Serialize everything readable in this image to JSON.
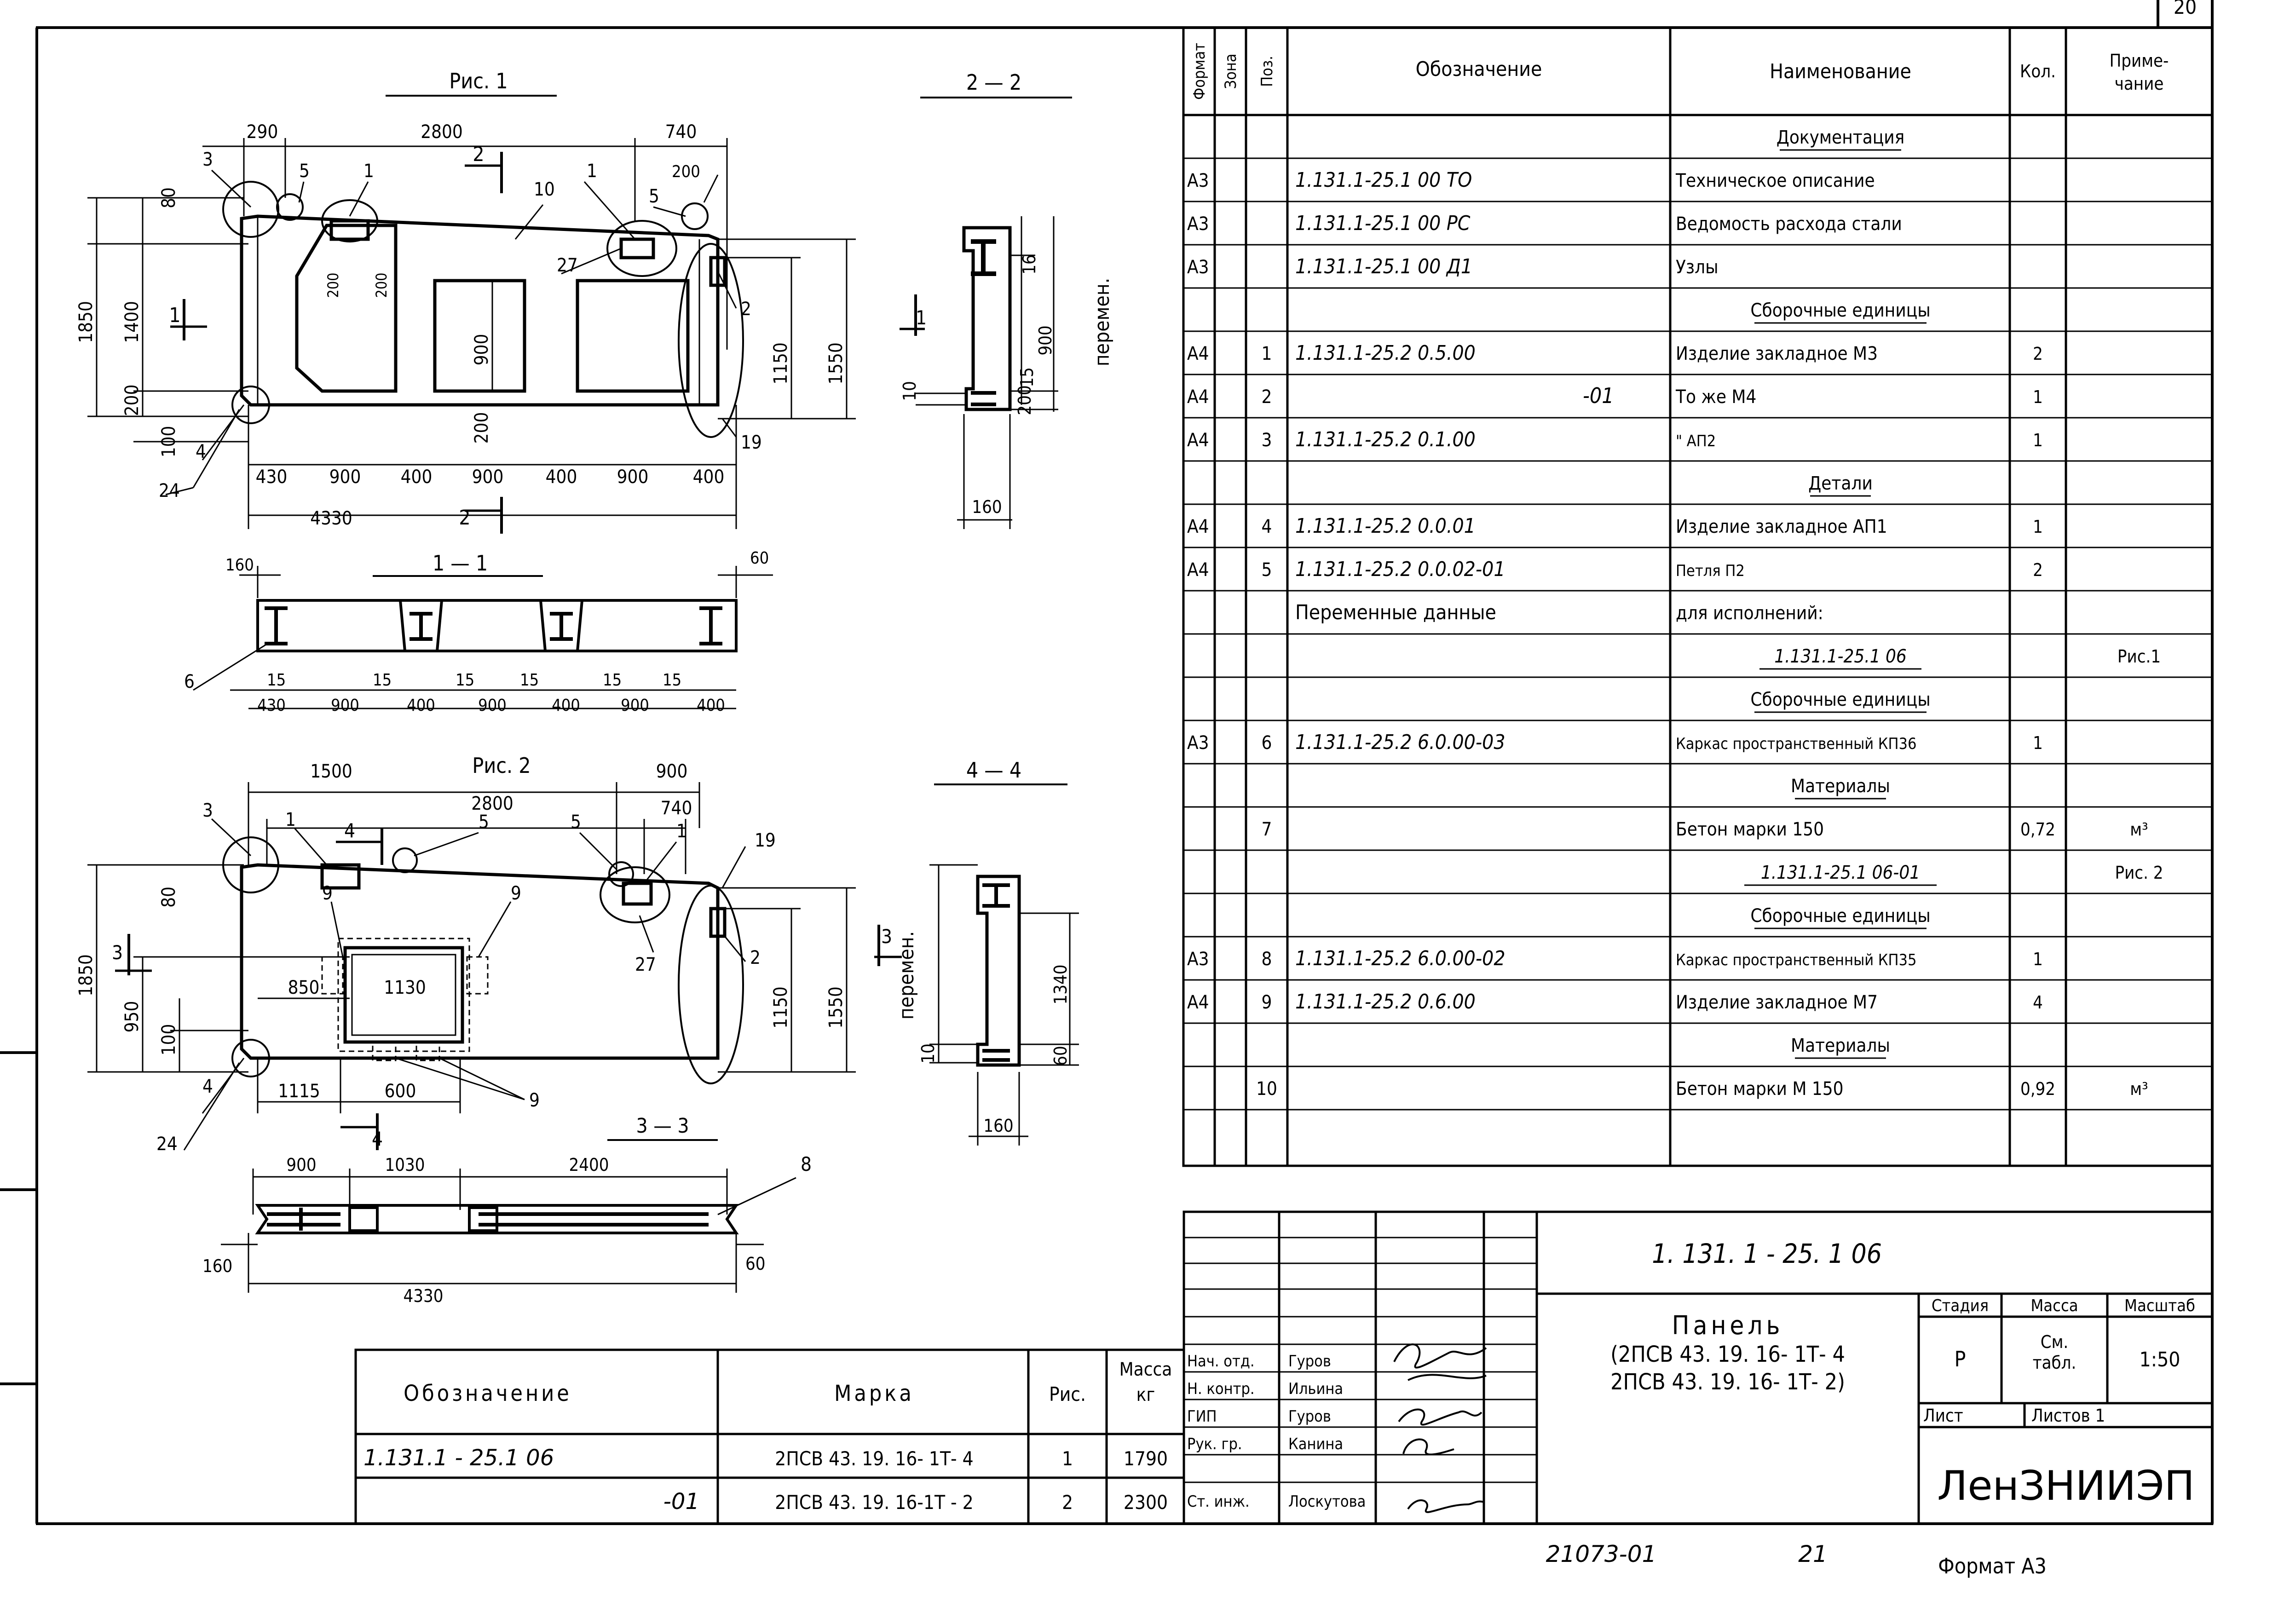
{
  "sheet": {
    "page_number": "20",
    "footer_code": "21073-01",
    "footer_page": "21",
    "format_label": "Формат А3"
  },
  "drawings": {
    "fig1_title": "Рис. 1",
    "fig2_title": "Рис. 2",
    "sec22": "2 — 2",
    "sec11": "1 — 1",
    "sec44": "4 — 4",
    "sec33": "3 — 3",
    "variable_label": "перемен.",
    "fig1_dims": [
      "290",
      "2800",
      "740",
      "80",
      "1400",
      "1850",
      "200",
      "100",
      "430",
      "900",
      "400",
      "900",
      "400",
      "900",
      "400",
      "4330",
      "1550",
      "1150",
      "900",
      "200",
      "200",
      "200"
    ],
    "fig1_cuts": [
      "2",
      "1",
      "2"
    ],
    "fig1_pos": [
      "3",
      "5",
      "1",
      "10",
      "1",
      "5",
      "200",
      "27",
      "2",
      "19",
      "4",
      "24"
    ],
    "sec22_dims": [
      "16",
      "900",
      "15",
      "200",
      "10",
      "160"
    ],
    "sec22_cut": "1",
    "sec11_dims": [
      "160",
      "60",
      "15",
      "15",
      "15",
      "15",
      "15",
      "15",
      "430",
      "900",
      "400",
      "900",
      "400",
      "900",
      "400"
    ],
    "sec11_pos": "6",
    "fig2_dims": [
      "1500",
      "900",
      "2800",
      "740",
      "80",
      "1850",
      "950",
      "100",
      "850",
      "1130",
      "1115",
      "600",
      "1550",
      "1150"
    ],
    "fig2_pos": [
      "3",
      "1",
      "5",
      "5",
      "1",
      "19",
      "9",
      "9",
      "27",
      "2",
      "9",
      "4",
      "24"
    ],
    "fig2_cuts": [
      "4",
      "3",
      "4"
    ],
    "sec44_dims": [
      "1340",
      "60",
      "10",
      "160"
    ],
    "sec44_cut": "3",
    "sec33_dims": [
      "900",
      "1030",
      "2400",
      "160",
      "60",
      "4330"
    ],
    "sec33_pos": "8"
  },
  "spec_table": {
    "headers": {
      "format": "Формат",
      "zone": "Зона",
      "pos": "Поз.",
      "designation": "Обозначение",
      "name": "Наименование",
      "qty": "Кол.",
      "note": "Приме-\nчание"
    },
    "rows": [
      {
        "format": "",
        "pos": "",
        "designation": "",
        "name": "Документация",
        "qty": "",
        "note": ""
      },
      {
        "format": "А3",
        "pos": "",
        "designation": "1.131.1-25.1      00 ТО",
        "name": "Техническое описание",
        "qty": "",
        "note": ""
      },
      {
        "format": "А3",
        "pos": "",
        "designation": "1.131.1-25.1      00 РС",
        "name": "Ведомость расхода стали",
        "qty": "",
        "note": ""
      },
      {
        "format": "А3",
        "pos": "",
        "designation": "1.131.1-25.1      00 Д1",
        "name": "Узлы",
        "qty": "",
        "note": ""
      },
      {
        "format": "",
        "pos": "",
        "designation": "",
        "name": "Сборочные единицы",
        "qty": "",
        "note": ""
      },
      {
        "format": "А4",
        "pos": "1",
        "designation": "1.131.1-25.2   0.5.00",
        "name": "Изделие закладное М3",
        "qty": "2",
        "note": ""
      },
      {
        "format": "А4",
        "pos": "2",
        "designation": "-01",
        "name": "То же              М4",
        "qty": "1",
        "note": ""
      },
      {
        "format": "А4",
        "pos": "3",
        "designation": "1.131.1-25.2   0.1.00",
        "name": "\"                     АП2",
        "qty": "1",
        "note": ""
      },
      {
        "format": "",
        "pos": "",
        "designation": "",
        "name": "Детали",
        "qty": "",
        "note": ""
      },
      {
        "format": "А4",
        "pos": "4",
        "designation": "1.131.1-25.2   0.0.01",
        "name": "Изделие закладное АП1",
        "qty": "1",
        "note": ""
      },
      {
        "format": "А4",
        "pos": "5",
        "designation": "1.131.1-25.2   0.0.02-01",
        "name": "Петля                   П2",
        "qty": "2",
        "note": ""
      },
      {
        "format": "",
        "pos": "",
        "designation": "Переменные   данные",
        "name": "для исполнений:",
        "qty": "",
        "note": ""
      },
      {
        "format": "",
        "pos": "",
        "designation": "",
        "name": "1.131.1-25.1  06",
        "qty": "",
        "note": "Рис.1"
      },
      {
        "format": "",
        "pos": "",
        "designation": "",
        "name": "Сборочные единицы",
        "qty": "",
        "note": ""
      },
      {
        "format": "А3",
        "pos": "6",
        "designation": "1.131.1-25.2   6.0.00-03",
        "name": "Каркас пространственный КП36",
        "qty": "1",
        "note": ""
      },
      {
        "format": "",
        "pos": "",
        "designation": "",
        "name": "Материалы",
        "qty": "",
        "note": ""
      },
      {
        "format": "",
        "pos": "7",
        "designation": "",
        "name": "Бетон марки 150",
        "qty": "0,72",
        "note": "м³"
      },
      {
        "format": "",
        "pos": "",
        "designation": "",
        "name": "1.131.1-25.1  06-01",
        "qty": "",
        "note": "Рис. 2"
      },
      {
        "format": "",
        "pos": "",
        "designation": "",
        "name": "Сборочные единицы",
        "qty": "",
        "note": ""
      },
      {
        "format": "А3",
        "pos": "8",
        "designation": "1.131.1-25.2   6.0.00-02",
        "name": "Каркас пространственный КП35",
        "qty": "1",
        "note": ""
      },
      {
        "format": "А4",
        "pos": "9",
        "designation": "1.131.1-25.2   0.6.00",
        "name": "Изделие закладное М7",
        "qty": "4",
        "note": ""
      },
      {
        "format": "",
        "pos": "",
        "designation": "",
        "name": "Материалы",
        "qty": "",
        "note": ""
      },
      {
        "format": "",
        "pos": "10",
        "designation": "",
        "name": "Бетон марки М 150",
        "qty": "0,92",
        "note": "м³"
      }
    ]
  },
  "marks_table": {
    "headers": {
      "designation": "Обозначение",
      "mark": "Марка",
      "fig": "Рис.",
      "mass": "Масса\nкг"
    },
    "rows": [
      {
        "designation": "1.131.1 - 25.1   06",
        "mark": "2ПСВ 43. 19. 16- 1Т- 4",
        "fig": "1",
        "mass": "1790"
      },
      {
        "designation": "-01",
        "mark": "2ПСВ  43. 19. 16-1Т - 2",
        "fig": "2",
        "mass": "2300"
      }
    ]
  },
  "title_block": {
    "doc_code": "1. 131. 1 - 25. 1     06",
    "title_line1": "Панель",
    "title_line2": "(2ПСВ 43. 19. 16- 1Т- 4",
    "title_line3": "2ПСВ 43. 19. 16- 1Т- 2)",
    "stage_label": "Стадия",
    "mass_label": "Масса",
    "scale_label": "Масштаб",
    "stage": "Р",
    "mass": "См.\nтабл.",
    "scale": "1:50",
    "sheet_label": "Лист",
    "sheets_label": "Листов 1",
    "org": "ЛенЗНИИЭП",
    "signers": [
      {
        "role": "Нач. отд.",
        "name": "Гуров"
      },
      {
        "role": "Н. контр.",
        "name": "Ильина"
      },
      {
        "role": "ГИП",
        "name": "Гуров"
      },
      {
        "role": "Рук. гр.",
        "name": "Канина"
      },
      {
        "role": "Ст. инж.",
        "name": "Лоскутова"
      }
    ]
  }
}
